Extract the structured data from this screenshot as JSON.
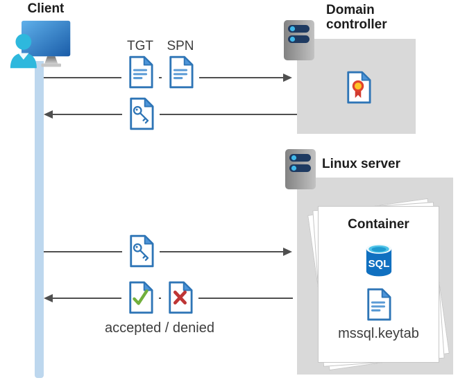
{
  "client": {
    "label": "Client"
  },
  "domain_controller": {
    "label": "Domain controller"
  },
  "linux_server": {
    "label": "Linux server"
  },
  "container": {
    "label": "Container",
    "file": "mssql.keytab",
    "sql_label": "SQL"
  },
  "flows": {
    "tgt_label": "TGT",
    "spn_label": "SPN",
    "result_label": "accepted / denied"
  },
  "icons": {
    "client": "user-at-computer-icon",
    "domain_controller": "server-icon",
    "linux_server": "server-icon",
    "tgt": "document-icon",
    "spn": "document-icon",
    "service_ticket": "key-document-icon",
    "certificate": "certificate-document-icon",
    "accepted": "check-document-icon",
    "denied": "x-document-icon",
    "database": "sql-database-icon"
  },
  "colors": {
    "doc_border_blue": "#2e75b6",
    "doc_fold_blue": "#4e95d9",
    "doc_line_blue": "#5b9bd5",
    "accepted_green": "#71af3c",
    "denied_red": "#be3535",
    "cert_gold": "#ffc425",
    "cert_red": "#e0432d",
    "box_gray": "#d9d9d9",
    "arrow_gray": "#4f4f4f",
    "lifeline_blue": "#bdd7ee",
    "sql_blue": "#1070c0",
    "sql_cyan": "#4ec3e8",
    "person_cyan": "#2eb8dd",
    "server_bar_navy": "#1e3a61"
  }
}
